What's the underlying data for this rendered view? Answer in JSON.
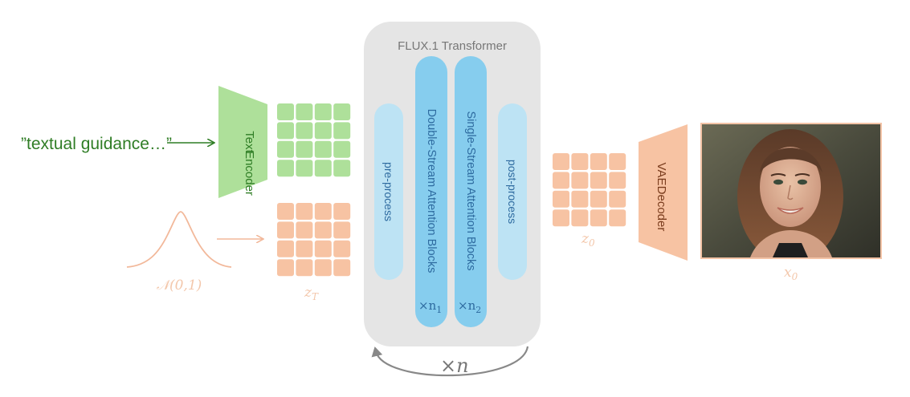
{
  "diagram": {
    "text_prompt": "”textual guidance…”",
    "text_encoder": {
      "line1": "Text",
      "line2": "Encoder"
    },
    "noise_label": "𝒩(0,1)",
    "z_T_label": "z",
    "z_T_sub": "T",
    "transformer_title": "FLUX.1 Transformer",
    "pre_process": "pre-process",
    "double_stream": "Double-Stream Attention Blocks",
    "single_stream": "Single-Stream Attention Blocks",
    "post_process": "post-process",
    "n1_label": "×n",
    "n1_sub": "1",
    "n2_label": "×n",
    "n2_sub": "2",
    "loop_label": "×n",
    "z0_label": "z",
    "z0_sub": "0",
    "vae_decoder": {
      "line1": "VAE",
      "line2": "Decoder"
    },
    "x0_label": "x",
    "x0_sub": "0"
  },
  "colors": {
    "green_fill": "#aee09a",
    "green_text": "#2f7d25",
    "peach_fill": "#f7c3a3",
    "peach_text": "#f3c7ab",
    "gray_panel": "#e5e5e5",
    "light_blue": "#bde3f4",
    "mid_blue": "#86cdee",
    "block_text": "#2d6a9f",
    "gray_text": "#777777",
    "arrow_gray": "#888888"
  },
  "icons": [
    "arrow-right-icon",
    "gaussian-curve-icon",
    "loop-arrow-icon",
    "portrait-image"
  ]
}
